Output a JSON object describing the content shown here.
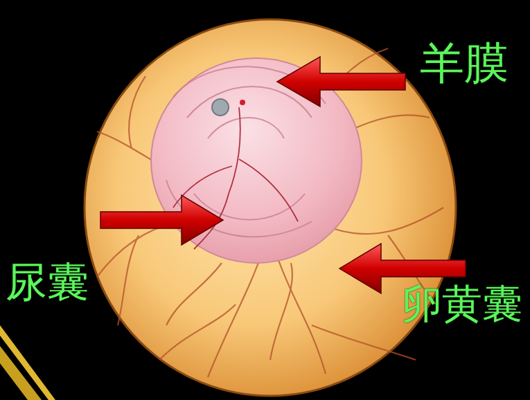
{
  "diagram": {
    "labels": [
      "羊膜",
      "尿囊",
      "卵黄囊"
    ]
  }
}
